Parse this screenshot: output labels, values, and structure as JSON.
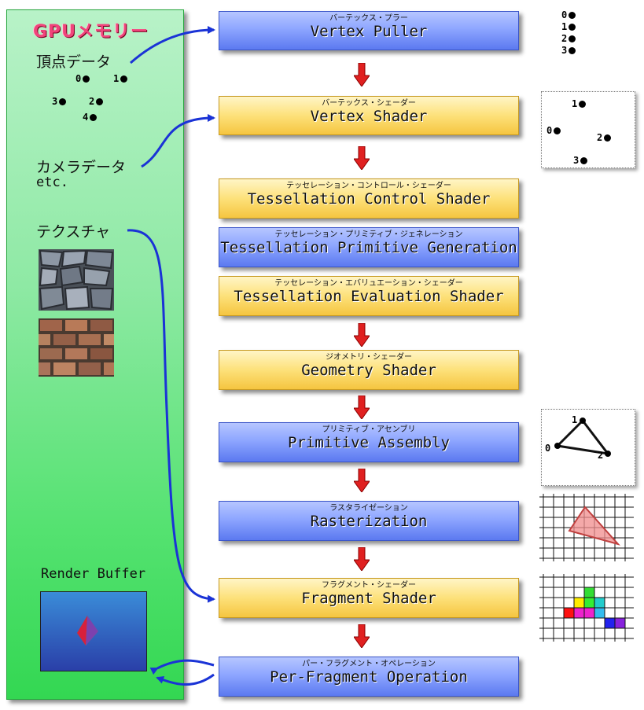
{
  "panel": {
    "title": "GPUメモリー",
    "vertex_data_label": "頂点データ",
    "camera_data_label_line1": "カメラデータ",
    "camera_data_label_line2": "etc.",
    "texture_label": "テクスチャ",
    "render_buffer_label": "Render Buffer",
    "vertex_points": [
      "0",
      "1",
      "3",
      "2",
      "4"
    ]
  },
  "stages": [
    {
      "sub": "バーテックス・プラー",
      "main": "Vertex Puller",
      "color": "blue"
    },
    {
      "sub": "バーテックス・シェーダー",
      "main": "Vertex Shader",
      "color": "yellow"
    },
    {
      "sub": "テッセレーション・コントロール・シェーダー",
      "main": "Tessellation Control Shader",
      "color": "yellow"
    },
    {
      "sub": "テッセレーション・プリミティブ・ジェネレーション",
      "main": "Tessellation Primitive Generation",
      "color": "blue"
    },
    {
      "sub": "テッセレーション・エバリュエーション・シェーダー",
      "main": "Tessellation Evaluation Shader",
      "color": "yellow"
    },
    {
      "sub": "ジオメトリ・シェーダー",
      "main": "Geometry Shader",
      "color": "yellow"
    },
    {
      "sub": "プリミティブ・アセンブリ",
      "main": "Primitive Assembly",
      "color": "blue"
    },
    {
      "sub": "ラスタライゼーション",
      "main": "Rasterization",
      "color": "blue"
    },
    {
      "sub": "フラグメント・シェーダー",
      "main": "Fragment Shader",
      "color": "yellow"
    },
    {
      "sub": "パー・フラグメント・オペレーション",
      "main": "Per-Fragment Operation",
      "color": "blue"
    }
  ],
  "side": {
    "puller_list": [
      "0",
      "1",
      "2",
      "3"
    ],
    "shader_points": [
      "1",
      "0",
      "2",
      "3"
    ],
    "assembly_points": [
      "1",
      "0",
      "2"
    ]
  },
  "colors": {
    "arrow_red": "#e02020",
    "connector_blue": "#1a33d6",
    "triangle_fill": "#f08c8c",
    "fragment_cells": [
      "#33dd33",
      "#ffee00",
      "#33ee33",
      "#22cccc",
      "#ff1111",
      "#ee22cc",
      "#ee22cc",
      "#33bbee",
      "#2222ee",
      "#8822dd"
    ]
  }
}
